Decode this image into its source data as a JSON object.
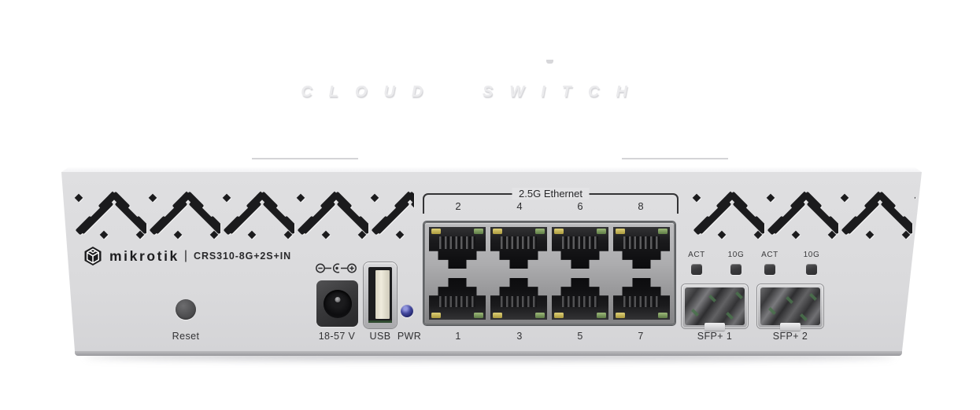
{
  "device": {
    "brand": "mikrotik",
    "separator": "|",
    "model": "CRS310-8G+2S+IN",
    "chassis_label": "CLOUD SWITCH"
  },
  "controls": {
    "reset_label": "Reset",
    "dc_input_label": "18-57 V",
    "usb_label": "USB",
    "power_led_label": "PWR"
  },
  "ethernet": {
    "group_label": "2.5G Ethernet",
    "top_row_numbers": [
      "2",
      "4",
      "6",
      "8"
    ],
    "bottom_row_numbers": [
      "1",
      "3",
      "5",
      "7"
    ]
  },
  "sfp": {
    "cage1_label": "SFP+ 1",
    "cage2_label": "SFP+ 2",
    "indicator_labels": [
      "ACT",
      "10G",
      "ACT",
      "10G"
    ]
  },
  "colors": {
    "chassis": "#e9e9eb",
    "front_panel": "#dcdcde",
    "vent_slot": "#1a1a1c",
    "label_text": "#323234",
    "led_yellow": "#c9b955",
    "led_green": "#7fa05a",
    "pwr_led_blue": "#2e3280"
  }
}
